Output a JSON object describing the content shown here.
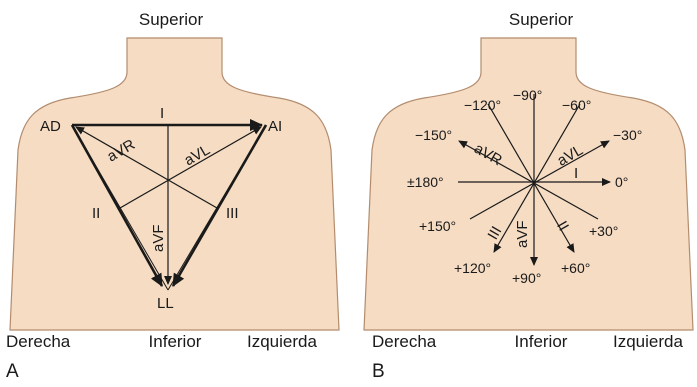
{
  "colors": {
    "skin": "#f5dcc3",
    "outline": "#b38c6e",
    "ink": "#1a1a1a"
  },
  "panelA": {
    "letter": "A",
    "top": "Superior",
    "bottom": "Inferior",
    "left": "Derecha",
    "right": "Izquierda",
    "ra": "AD",
    "la": "AI",
    "ll": "LL",
    "lead_I": "I",
    "lead_II": "II",
    "lead_III": "III",
    "avr": "aVR",
    "avl": "aVL",
    "avf": "aVF"
  },
  "panelB": {
    "letter": "B",
    "top": "Superior",
    "bottom": "Inferior",
    "left": "Derecha",
    "right": "Izquierda",
    "lead_I": "I",
    "lead_II": "II",
    "lead_III": "III",
    "avr": "aVR",
    "avl": "aVL",
    "avf": "aVF",
    "angles": {
      "m90": "−90°",
      "m60": "−60°",
      "m120": "−120°",
      "m150": "−150°",
      "m30": "−30°",
      "pm180": "±180°",
      "zero": "0°",
      "p150": "+150°",
      "p30": "+30°",
      "p120": "+120°",
      "p60": "+60°",
      "p90": "+90°"
    }
  }
}
